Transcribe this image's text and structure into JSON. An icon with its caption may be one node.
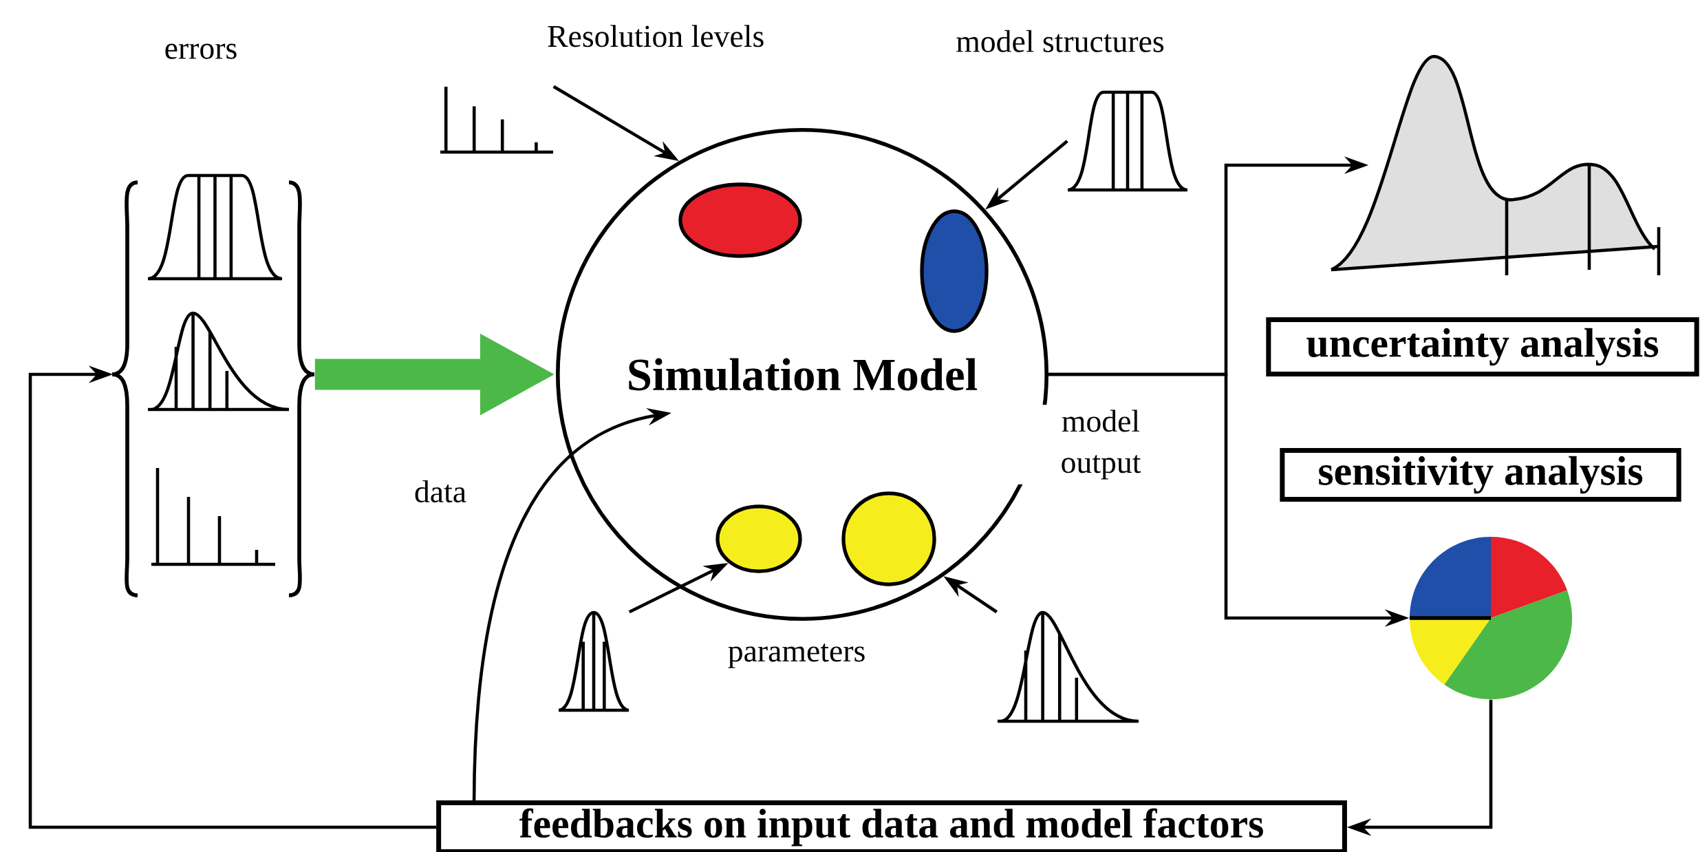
{
  "diagram": {
    "nodes": [
      {
        "text": [
          "errors"
        ]
      },
      {
        "text": [
          "Resolution levels"
        ]
      },
      {
        "text": [
          "model structures"
        ]
      },
      {
        "text": [
          "Simulation Model"
        ]
      },
      {
        "text": [],
        "shape": "ellipse",
        "in": 3
      },
      {
        "text": [],
        "shape": "ellipse",
        "in": 3
      },
      {
        "text": [],
        "shape": "ellipse",
        "in": 3
      },
      {
        "text": [],
        "shape": "circle",
        "in": 3
      },
      {
        "text": [],
        "shape": "picture"
      },
      {
        "text": [],
        "shape": "picture"
      },
      {
        "text": [],
        "shape": "picture"
      },
      {
        "text": [
          "uncertainty analysis"
        ]
      },
      {
        "text": [
          "sensitivity analysis"
        ]
      },
      {
        "text": [],
        "shape": "picture"
      },
      {
        "text": [
          "feedbacks on input data and model factors"
        ]
      }
    ],
    "edges": [
      {
        "from": 0,
        "to": 3,
        "arrow": "to",
        "label": "data",
        "style": "thick",
        "color": "#4cb848"
      },
      {
        "from": 1,
        "to": 3,
        "arrow": "to"
      },
      {
        "from": 2,
        "to": 3,
        "arrow": "to"
      },
      {
        "from": 8,
        "to": 6,
        "arrow": "to"
      },
      {
        "from": 9,
        "to": 3,
        "arrow": "to"
      },
      {
        "from": 3,
        "to": 10,
        "arrow": "to",
        "label": "model output"
      },
      {
        "from": 3,
        "to": 13,
        "arrow": "to"
      },
      {
        "from": 13,
        "to": 14,
        "arrow": "to"
      },
      {
        "from": 14,
        "to": 0,
        "arrow": "to"
      },
      {
        "from": 14,
        "to": 3,
        "arrow": "to"
      }
    ],
    "labels": [
      "parameters"
    ]
  }
}
